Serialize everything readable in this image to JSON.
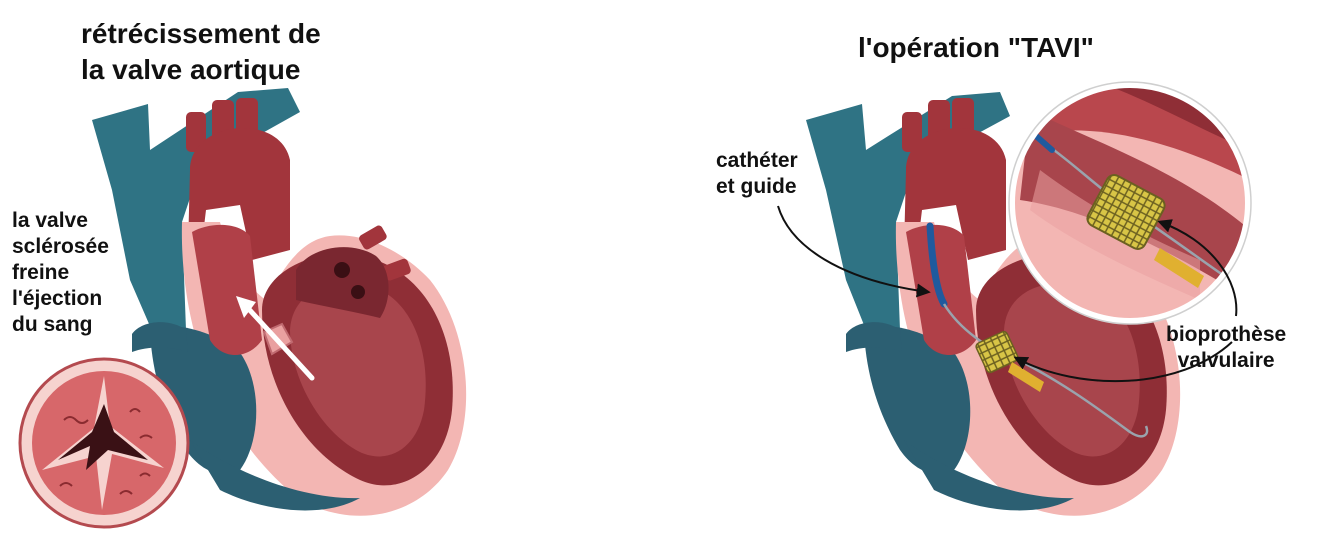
{
  "left_panel": {
    "title_lines": [
      "rétrécissement de",
      "la valve aortique"
    ],
    "annotation_lines": [
      "la valve",
      "sclérosée",
      "freine",
      "l'éjection",
      "du sang"
    ]
  },
  "right_panel": {
    "title": "l'opération \"TAVI\"",
    "catheter_label_lines": [
      "cathéter",
      "et guide"
    ],
    "bioprosthesis_label_lines": [
      "bioprothèse",
      "valvulaire"
    ]
  },
  "colors": {
    "vessel_teal": "#2f7384",
    "heart_red": "#a2353c",
    "heart_dark": "#6e1f26",
    "tissue_pink": "#f3b6b3",
    "chamber_blue": "#2c5f72",
    "valve_gold": "#d8c546"
  }
}
